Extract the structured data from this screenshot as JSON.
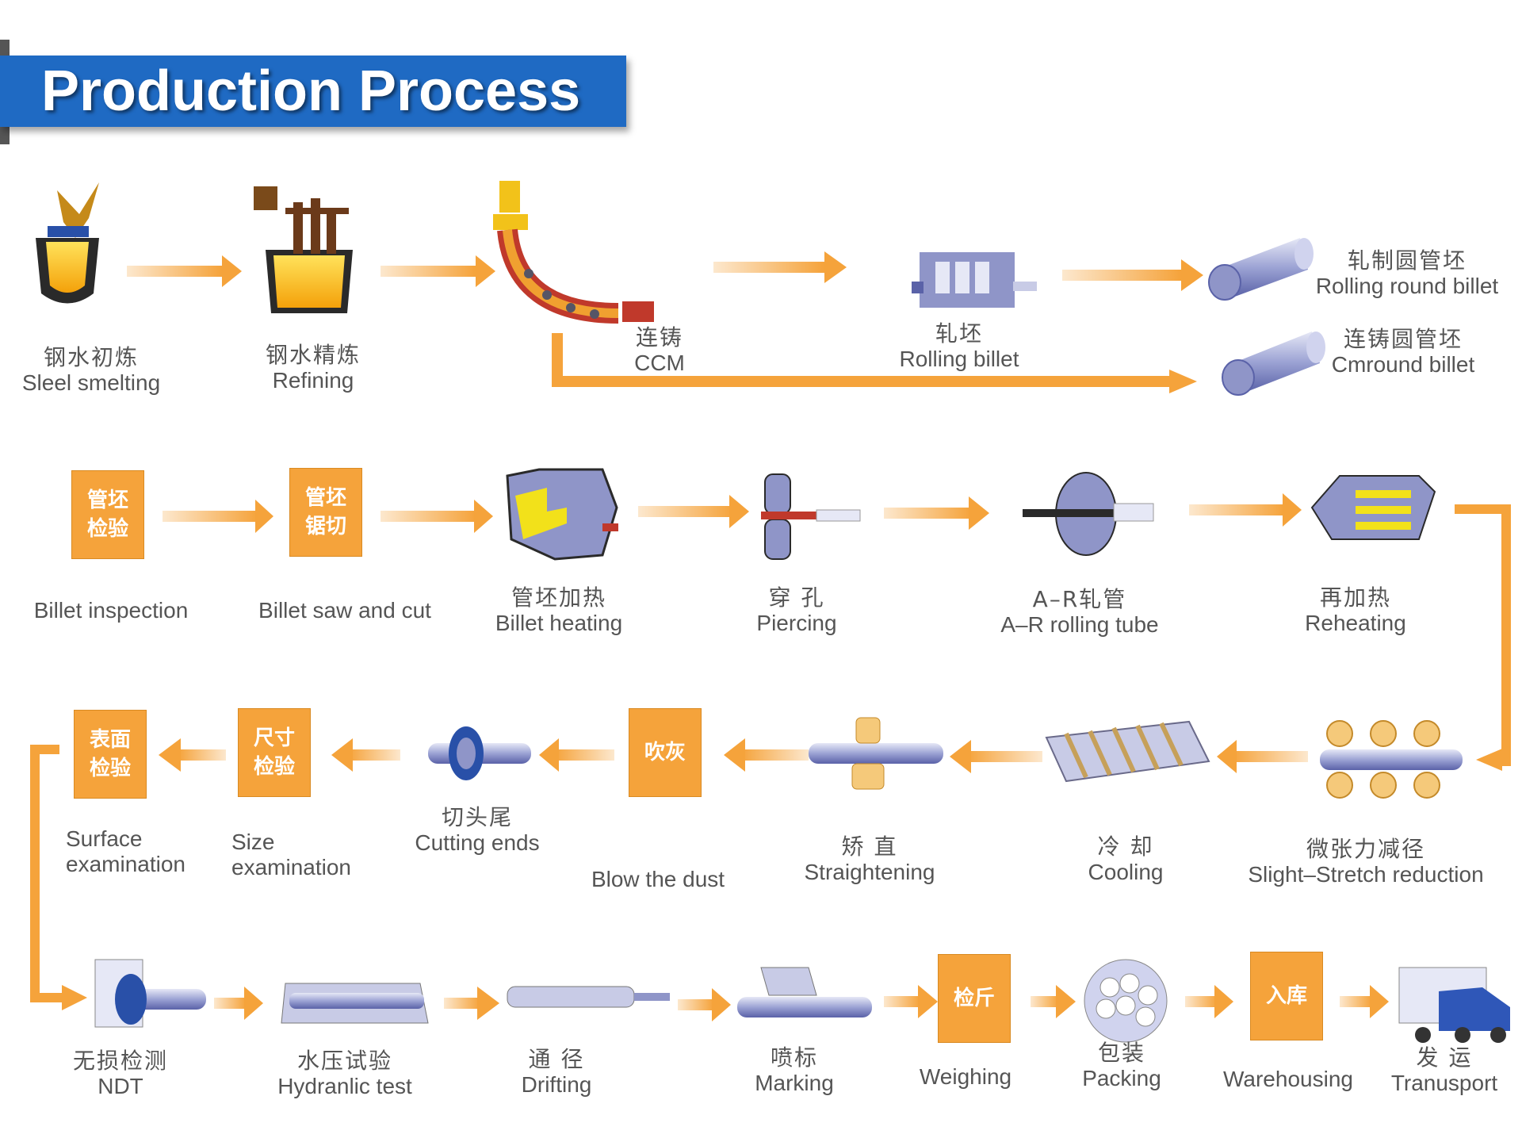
{
  "title": "Production Process",
  "colors": {
    "banner": "#1f6ac3",
    "arrow": "#f5a33b",
    "box": "#f5a33b",
    "icon": "#8f95c8",
    "text": "#555555"
  },
  "row1": {
    "steel_smelting": {
      "zh": "钢水初炼",
      "en": "Sleel smelting",
      "icon": "ladle-icon"
    },
    "refining": {
      "zh": "钢水精炼",
      "en": "Refining",
      "icon": "refining-ladle-icon"
    },
    "ccm": {
      "zh": "连铸",
      "en": "CCM",
      "icon": "continuous-casting-icon"
    },
    "rolling_billet": {
      "zh": "轧坯",
      "en": "Rolling billet",
      "icon": "rolling-mill-icon"
    },
    "rolling_round_billet": {
      "zh": "轧制圆管坯",
      "en": "Rolling round billet",
      "icon": "round-billet-icon"
    },
    "cmround_billet": {
      "zh": "连铸圆管坯",
      "en": "Cmround billet",
      "icon": "round-billet-icon"
    }
  },
  "row2": {
    "billet_inspection": {
      "box": [
        "管坯",
        "检验"
      ],
      "en": "Billet inspection"
    },
    "billet_saw": {
      "box": [
        "管坯",
        "锯切"
      ],
      "en": "Billet saw and cut"
    },
    "billet_heating": {
      "zh": "管坯加热",
      "en": "Billet heating",
      "icon": "furnace-icon"
    },
    "piercing": {
      "zh": "穿 孔",
      "en": "Piercing",
      "icon": "piercing-mill-icon"
    },
    "ar_rolling": {
      "zh": "A–R轧管",
      "en": "A–R rolling tube",
      "icon": "ar-mill-icon"
    },
    "reheating": {
      "zh": "再加热",
      "en": "Reheating",
      "icon": "reheat-furnace-icon"
    }
  },
  "row3": {
    "surface": {
      "box": [
        "表面",
        "检验"
      ],
      "en1": "Surface",
      "en2": "examination"
    },
    "size": {
      "box": [
        "尺寸",
        "检验"
      ],
      "en1": "Size",
      "en2": "examination"
    },
    "cutting": {
      "zh": "切头尾",
      "en": "Cutting ends",
      "icon": "cutter-icon"
    },
    "blow": {
      "box": [
        "吹灰"
      ],
      "en": "Blow the dust"
    },
    "straightening": {
      "zh": "矫 直",
      "en": "Straightening",
      "icon": "straightener-icon"
    },
    "cooling": {
      "zh": "冷 却",
      "en": "Cooling",
      "icon": "cooling-bed-icon"
    },
    "slight_stretch": {
      "zh": "微张力减径",
      "en": "Slight–Stretch reduction",
      "icon": "stretch-reducer-icon"
    }
  },
  "row4": {
    "ndt": {
      "zh": "无损检测",
      "en": "NDT",
      "icon": "ndt-icon"
    },
    "hydraulic": {
      "zh": "水压试验",
      "en": "Hydranlic test",
      "icon": "hydraulic-test-icon"
    },
    "drifting": {
      "zh": "通 径",
      "en": "Drifting",
      "icon": "drift-gauge-icon"
    },
    "marking": {
      "zh": "喷标",
      "en": "Marking",
      "icon": "marking-icon"
    },
    "weighing": {
      "box": [
        "检斤"
      ],
      "en": "Weighing"
    },
    "packing": {
      "zh": "包装",
      "en": "Packing",
      "icon": "bundle-icon"
    },
    "warehousing": {
      "box": [
        "入库"
      ],
      "en": "Warehousing"
    },
    "transport": {
      "zh": "发 运",
      "en": "Tranusport",
      "icon": "truck-icon"
    }
  }
}
